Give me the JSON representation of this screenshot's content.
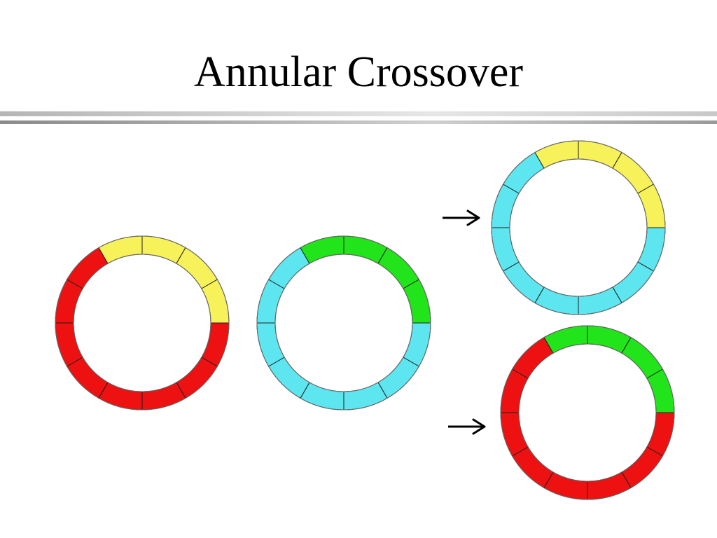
{
  "slide": {
    "title": "Annular Crossover"
  },
  "colors": {
    "yellow": "#f7f25a",
    "red": "#ee1111",
    "cyan": "#5de6f0",
    "green": "#22e41a",
    "segment_line": "#1f1f1f",
    "ring_outline": "#6a6a6a",
    "arrow": "#000000"
  },
  "rings": [
    {
      "name": "parent-ring-1",
      "role": "parent",
      "segments": [
        "yellow",
        "yellow",
        "yellow",
        "red",
        "red",
        "red",
        "red",
        "red",
        "red",
        "red",
        "red",
        "yellow"
      ]
    },
    {
      "name": "parent-ring-2",
      "role": "parent",
      "segments": [
        "green",
        "green",
        "green",
        "cyan",
        "cyan",
        "cyan",
        "cyan",
        "cyan",
        "cyan",
        "cyan",
        "cyan",
        "green"
      ]
    },
    {
      "name": "offspring-ring-1",
      "role": "offspring",
      "segments": [
        "yellow",
        "yellow",
        "yellow",
        "cyan",
        "cyan",
        "cyan",
        "cyan",
        "cyan",
        "cyan",
        "cyan",
        "cyan",
        "yellow"
      ]
    },
    {
      "name": "offspring-ring-2",
      "role": "offspring",
      "segments": [
        "green",
        "green",
        "green",
        "red",
        "red",
        "red",
        "red",
        "red",
        "red",
        "red",
        "red",
        "green"
      ]
    }
  ],
  "arrows": [
    {
      "name": "arrow-to-offspring-1",
      "icon": "right-arrow-icon"
    },
    {
      "name": "arrow-to-offspring-2",
      "icon": "right-arrow-icon"
    }
  ]
}
